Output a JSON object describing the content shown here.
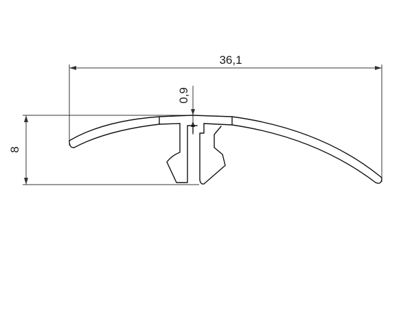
{
  "dimensions": {
    "width": "36,1",
    "height": "8",
    "thickness": "0,9"
  },
  "colors": {
    "line": "#111111",
    "dimension": "#333333",
    "background": "#ffffff"
  }
}
